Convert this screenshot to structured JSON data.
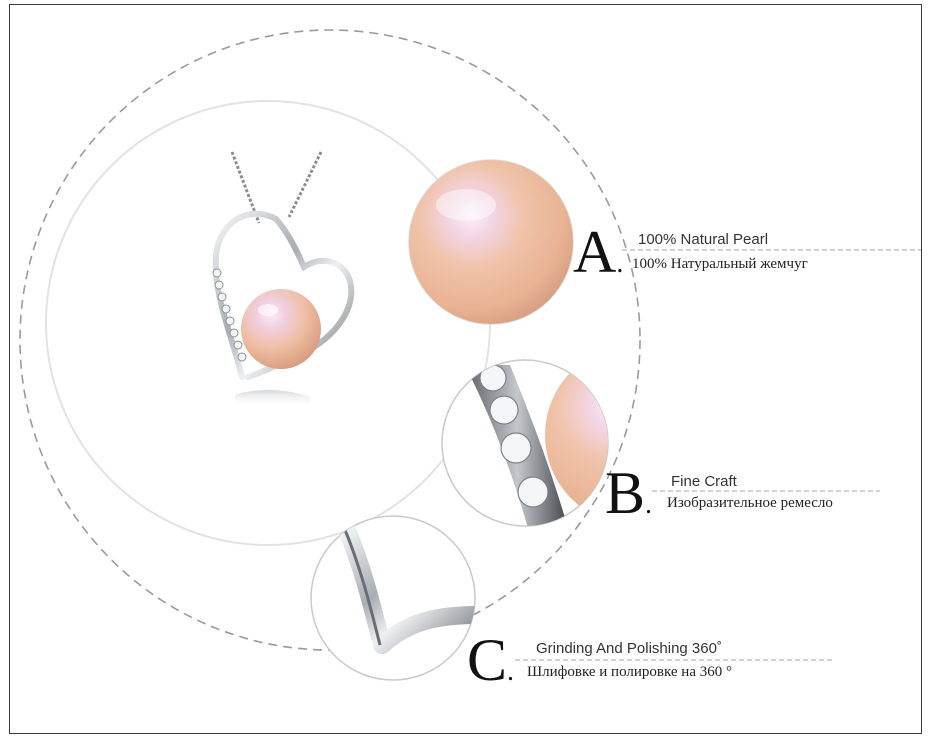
{
  "colors": {
    "frame": "#3a3a3a",
    "dashed_circle": "#9a9a9a",
    "inner_circle": "#e2e2e2",
    "pearl_pink": "#f2c3a8",
    "silver": "#c9ccd0",
    "text": "#222222"
  },
  "features": [
    {
      "letter": "A",
      "title_en": "100% Natural Pearl",
      "title_ru": "100% Натуральный жемчуг"
    },
    {
      "letter": "B",
      "title_en": "Fine Craft",
      "title_ru": "Изобразительное ремесло"
    },
    {
      "letter": "C",
      "title_en": "Grinding And Polishing 360˚",
      "title_ru": "Шлифовке и полировке на 360 °"
    }
  ],
  "icons": [
    "pearl-closeup",
    "zircon-setting-closeup",
    "polished-bend-closeup",
    "heart-pendant-necklace"
  ]
}
